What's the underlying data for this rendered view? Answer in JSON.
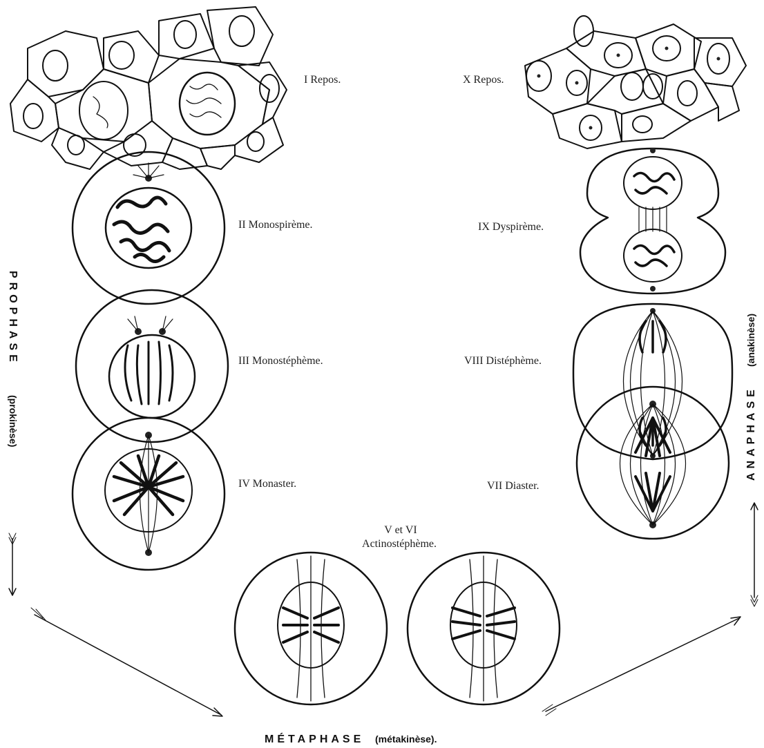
{
  "stages": {
    "s1": "I Repos.",
    "s2": "II Monospirème.",
    "s3": "III Monostéphème.",
    "s4": "IV Monaster.",
    "s5a": "V et VI",
    "s5b": "Actinostéphème.",
    "s7": "VII Diaster.",
    "s8": "VIII Distéphème.",
    "s9": "IX Dyspirème.",
    "s10": "X Repos."
  },
  "phases": {
    "prophase": "PROPHASE",
    "prophase_sub": "(prokinèse)",
    "metaphase": "MÉTAPHASE",
    "metaphase_sub": "(métakinèse).",
    "anaphase": "ANAPHASE",
    "anaphase_sub": "(anakinèse)"
  },
  "colors": {
    "ink": "#111111",
    "paper": "#ffffff"
  }
}
